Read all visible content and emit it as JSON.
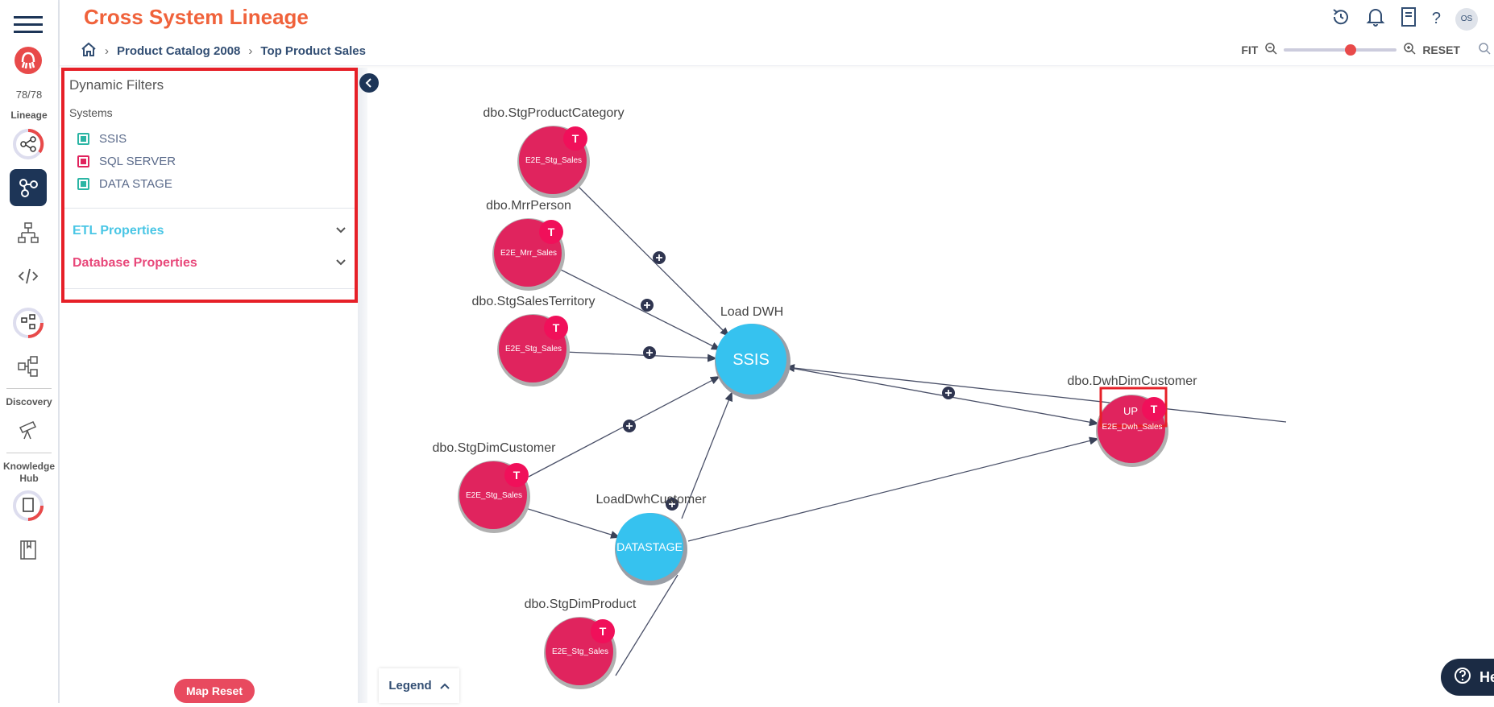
{
  "app": {
    "title": "Cross System Lineage"
  },
  "breadcrumb": {
    "items": [
      "Product Catalog 2008",
      "Top Product Sales"
    ]
  },
  "rail": {
    "count": "78/78",
    "lineage_label": "Lineage",
    "discovery_label": "Discovery",
    "knowledge_label_1": "Knowledge",
    "knowledge_label_2": "Hub"
  },
  "header": {
    "user_initials": "OS",
    "help_glyph": "?"
  },
  "zoom": {
    "fit_label": "FIT",
    "reset_label": "RESET",
    "level": 0.6
  },
  "filters": {
    "title": "Dynamic Filters",
    "systems_label": "Systems",
    "systems": [
      {
        "label": "SSIS",
        "color": "#2bb5a4"
      },
      {
        "label": "SQL SERVER",
        "color": "#e0245e"
      },
      {
        "label": "DATA STAGE",
        "color": "#2bb5a4"
      }
    ],
    "etl_properties": "ETL Properties",
    "database_properties": "Database Properties"
  },
  "buttons": {
    "map_reset": "Map Reset",
    "legend": "Legend",
    "help": "He"
  },
  "colors": {
    "accent": "#f0623b",
    "table_node": "#e0245e",
    "process_node": "#36c2ef",
    "etl": "#49c6e5",
    "db": "#e8487a"
  },
  "graph": {
    "nodes": [
      {
        "id": "stg-product-category",
        "label": "dbo.StgProductCategory",
        "sub": "E2E_Stg_Sales",
        "badge": "T"
      },
      {
        "id": "mrr-person",
        "label": "dbo.MrrPerson",
        "sub": "E2E_Mrr_Sales",
        "badge": "T"
      },
      {
        "id": "stg-sales-territory",
        "label": "dbo.StgSalesTerritory",
        "sub": "E2E_Stg_Sales",
        "badge": "T"
      },
      {
        "id": "stg-dim-customer",
        "label": "dbo.StgDimCustomer",
        "sub": "E2E_Stg_Sales",
        "badge": "T"
      },
      {
        "id": "stg-dim-product",
        "label": "dbo.StgDimProduct",
        "sub": "E2E_Stg_Sales",
        "badge": "T"
      },
      {
        "id": "dwh-dim-customer",
        "label": "dbo.DwhDimCustomer",
        "sub": "E2E_Dwh_Sales",
        "badge": "T",
        "tag": "UP"
      },
      {
        "id": "load-dwh",
        "label": "Load DWH",
        "system": "SSIS"
      },
      {
        "id": "load-dwh-customer",
        "label": "LoadDwhCustomer",
        "system": "DATASTAGE"
      }
    ],
    "expand_glyph": "+"
  }
}
